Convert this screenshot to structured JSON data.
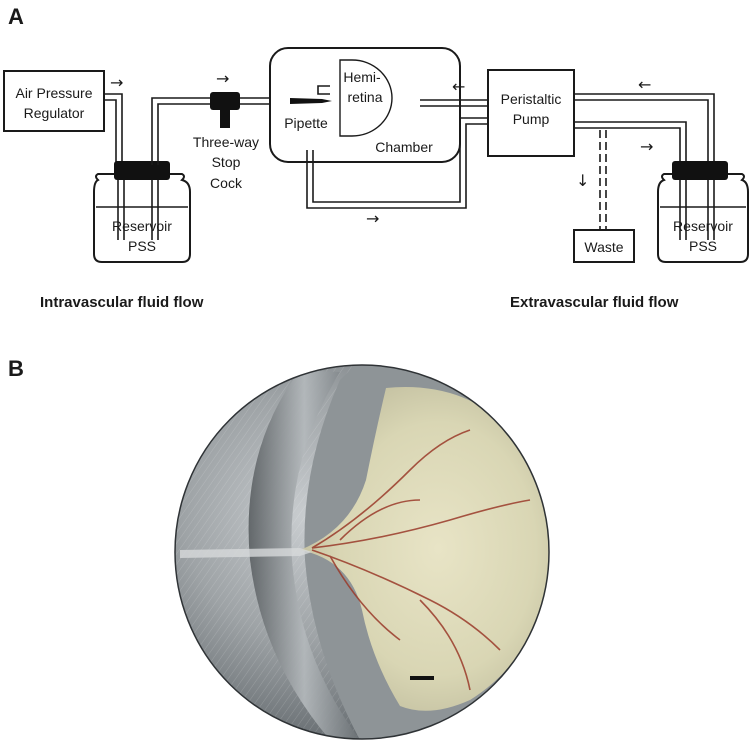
{
  "panel_a": {
    "letter": "A",
    "labels": {
      "air_pressure_1": "Air Pressure",
      "air_pressure_2": "Regulator",
      "reservoir_left_1": "Reservoir",
      "reservoir_left_2": "PSS",
      "stopcock_1": "Three-way",
      "stopcock_2": "Stop",
      "stopcock_3": "Cock",
      "hemiretina_1": "Hemi-",
      "hemiretina_2": "retina",
      "pipette": "Pipette",
      "chamber": "Chamber",
      "peristaltic_1": "Peristaltic",
      "peristaltic_2": "Pump",
      "waste": "Waste",
      "reservoir_right_1": "Reservoir",
      "reservoir_right_2": "PSS"
    },
    "arrows": {
      "right": "→",
      "left": "←",
      "down": "↓"
    },
    "captions": {
      "intravascular": "Intravascular fluid flow",
      "extravascular": "Extravascular fluid flow"
    }
  },
  "panel_b": {
    "letter": "B"
  }
}
